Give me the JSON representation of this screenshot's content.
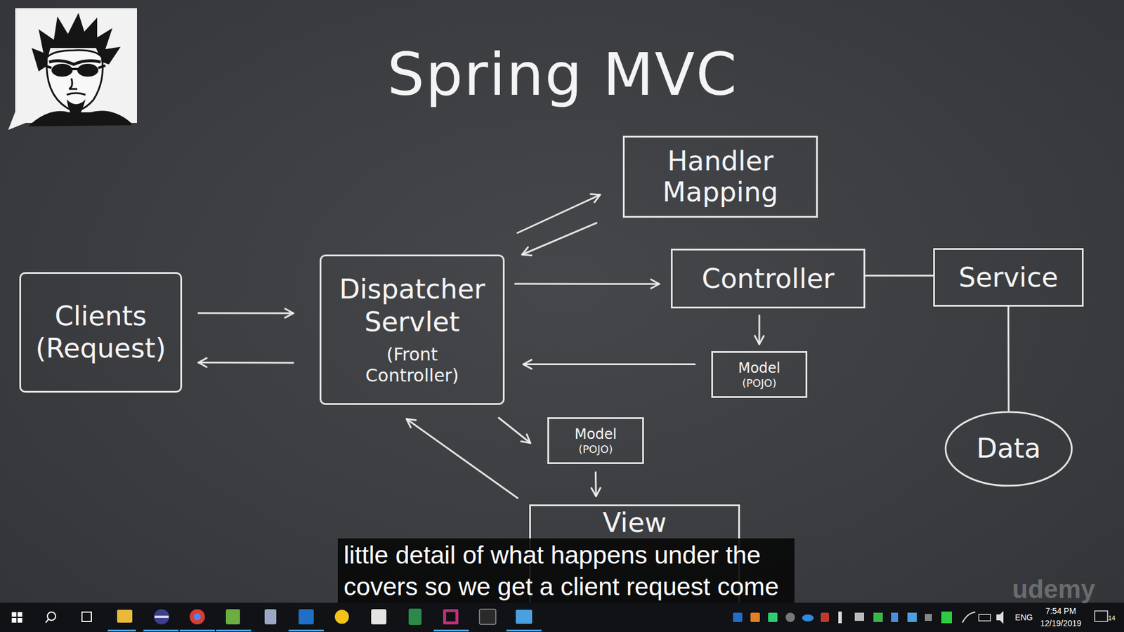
{
  "diagram": {
    "title": "Spring MVC",
    "nodes": [
      {
        "text": [
          "Handler Mapping"
        ]
      },
      {
        "text": [
          "Clients (Request)"
        ]
      },
      {
        "text": [
          "Dispatcher Servlet",
          "(Front Controller)"
        ]
      },
      {
        "text": [
          "Controller"
        ]
      },
      {
        "text": [
          "Service"
        ]
      },
      {
        "text": [
          "Model",
          "(POJO)"
        ]
      },
      {
        "text": [
          "Model",
          "(POJO)"
        ]
      },
      {
        "text": [
          "Data"
        ]
      },
      {
        "text": [
          "View"
        ]
      }
    ],
    "edges": [
      {
        "from": 1,
        "to": 2,
        "arrow": "to"
      },
      {
        "from": 2,
        "to": 1,
        "arrow": "to"
      },
      {
        "from": 2,
        "to": 0,
        "arrow": "to"
      },
      {
        "from": 0,
        "to": 2,
        "arrow": "to"
      },
      {
        "from": 2,
        "to": 3,
        "arrow": "to"
      },
      {
        "from": 3,
        "to": 5,
        "arrow": "to"
      },
      {
        "from": 5,
        "to": 2,
        "arrow": "to"
      },
      {
        "from": 3,
        "to": 4,
        "arrow": "none"
      },
      {
        "from": 4,
        "to": 7,
        "arrow": "none"
      },
      {
        "from": 2,
        "to": 6,
        "arrow": "to"
      },
      {
        "from": 6,
        "to": 8,
        "arrow": "to"
      },
      {
        "from": 8,
        "to": 2,
        "arrow": "to"
      }
    ],
    "labels": [
      "little detail of what happens under the covers so we get a client request come",
      "udemy",
      "ENG",
      "7:54 PM",
      "12/19/2019",
      "14"
    ]
  }
}
